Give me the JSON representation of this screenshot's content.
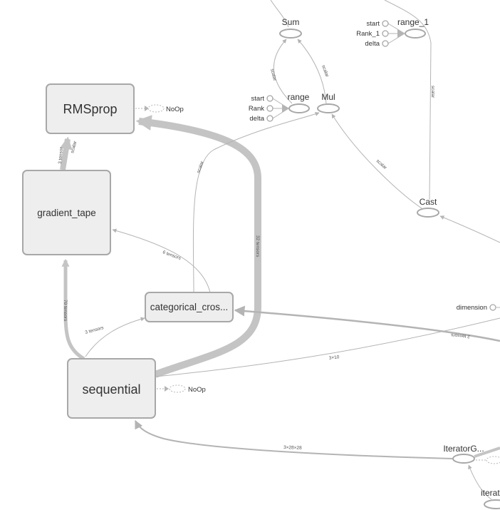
{
  "nodes": {
    "rmsprop": "RMSprop",
    "gradient_tape": "gradient_tape",
    "sequential": "sequential",
    "categorical": "categorical_cros...",
    "noop": "NoOp",
    "sum": "Sum",
    "range": "range",
    "range_1": "range_1",
    "mul": "Mul",
    "cast": "Cast",
    "dimension": "dimension",
    "iterator_get": "IteratorG...",
    "iterator": "iterat",
    "start": "start",
    "rank": "Rank",
    "rank_1": "Rank_1",
    "delta": "delta"
  },
  "edges": {
    "tensors_32": "32 tensors",
    "tensors_70": "70 tensors",
    "tensors_3": "3 tensors",
    "tensors_6": "6 tensors",
    "tensors_2": "2 tensors",
    "tensor_3": "3 tensor",
    "scalar": "scalar",
    "shape_3x10": "3×10",
    "shape_img": "3×28×28",
    "shape_a": "2 tensors"
  },
  "colors": {
    "node_fill": "#eeeeee",
    "node_stroke": "#a8a8a8",
    "edge": "#b4b4b4"
  }
}
